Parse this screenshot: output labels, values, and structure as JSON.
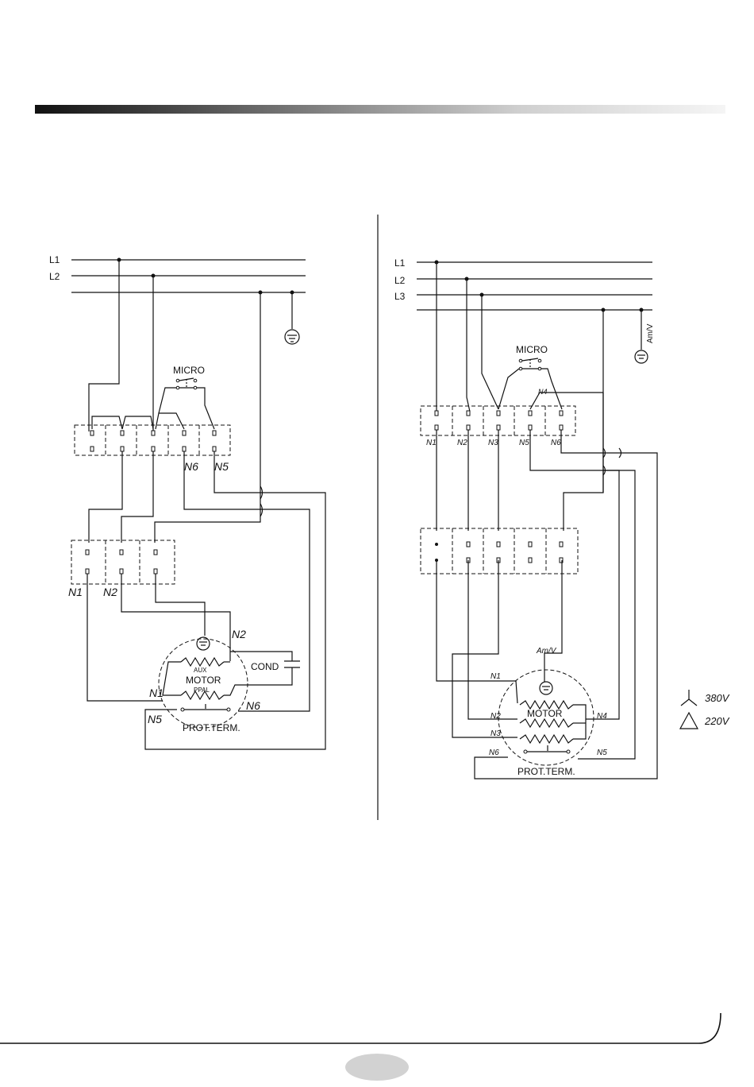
{
  "colors": {
    "ink": "#111111",
    "header_bar_start": "#111111",
    "header_bar_end": "#f2f2f2",
    "page_number_badge": "#d2d2d2"
  },
  "diagram_left": {
    "lines": [
      "L1",
      "L2"
    ],
    "switch_label": "MICRO",
    "terminal_tags_top": [
      "N6",
      "N5"
    ],
    "terminal_tags_bottom": [
      "N1",
      "N2"
    ],
    "motor_label": "MOTOR",
    "winding_aux": "AUX",
    "winding_main": "PPAL",
    "capacitor_label": "COND",
    "protector_label": "PROT.TERM.",
    "motor_tags": [
      "N2",
      "N1",
      "N6",
      "N5"
    ]
  },
  "diagram_right": {
    "lines": [
      "L1",
      "L2",
      "L3"
    ],
    "ground_label": "Am/V",
    "switch_label": "MICRO",
    "terminal_tags_top": [
      "N4"
    ],
    "terminal_tags_bottom": [
      "N1",
      "N2",
      "N3",
      "N5",
      "N6"
    ],
    "motor_ground_label": "Am/V",
    "motor_label": "MOTOR",
    "protector_label": "PROT.TERM.",
    "motor_tags": [
      "N1",
      "N2",
      "N3",
      "N4",
      "N6",
      "N5"
    ]
  },
  "voltage_legend": [
    {
      "symbol": "star-icon",
      "label": "380V"
    },
    {
      "symbol": "triangle-icon",
      "label": "220V"
    }
  ]
}
